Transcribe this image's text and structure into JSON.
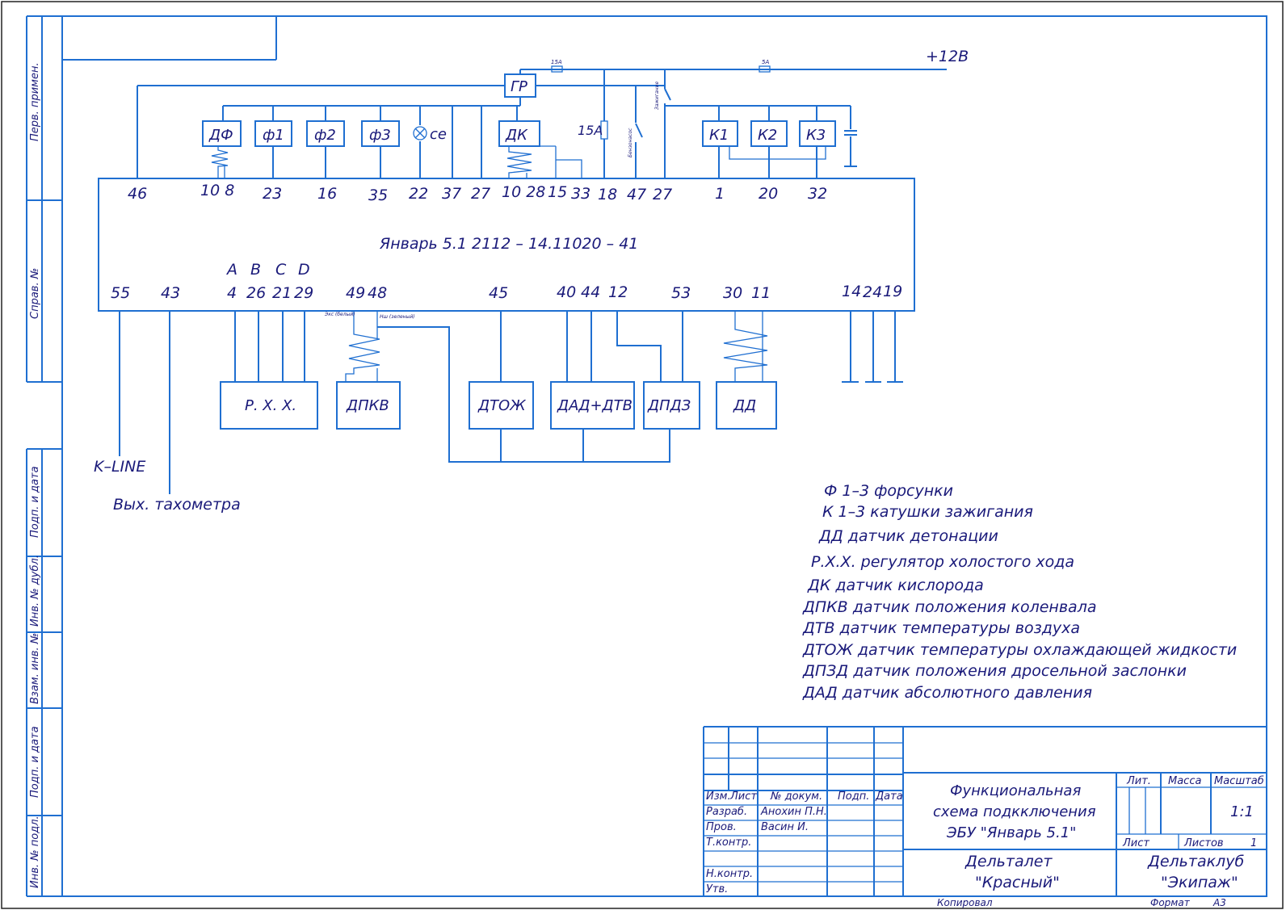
{
  "power": {
    "plus12": "+12В",
    "fuse_small_1": "15А",
    "fuse_small_2": "5А",
    "fuse_15a": "15А",
    "switch_text_1": "Бензонасос",
    "switch_text_2": "Зажигание"
  },
  "relay": "ГР",
  "ecu": {
    "name": "Январь 5.1 2112 – 14.11020 – 41",
    "top_pins": [
      "46",
      "10 8",
      "23",
      "16",
      "35",
      "22",
      "37",
      "27",
      "10 28",
      "15",
      "33",
      "18",
      "47",
      "27",
      "1",
      "20",
      "32"
    ],
    "bottom_pins": [
      "55",
      "43",
      "4",
      "26",
      "21",
      "29",
      "49",
      "48",
      "45",
      "40",
      "44",
      "12",
      "53",
      "30",
      "11",
      "14",
      "24",
      "19"
    ],
    "abcd": [
      "A",
      "B",
      "C",
      "D"
    ]
  },
  "top_blocks": {
    "df": "ДФ",
    "f1": "ф1",
    "f2": "ф2",
    "f3": "ф3",
    "ce": "ce",
    "dk": "ДК",
    "k1": "К1",
    "k2": "К2",
    "k3": "К3"
  },
  "bottom_blocks": {
    "rxx": "Р. Х. Х.",
    "dpkv": "ДПКВ",
    "dtozh": "ДТОЖ",
    "dad": "ДАД+ДТВ",
    "dpdz": "ДПДЗ",
    "dd": "ДД"
  },
  "wire_notes": {
    "white": "Экс (белый)",
    "green": "Нш (зеленый)"
  },
  "outputs": {
    "kline": "K–LINE",
    "tacho": "Вых. тахометра"
  },
  "legend": [
    "Ф 1–3  форсунки",
    "К 1–3  катушки зажигания",
    "ДД  датчик детонации",
    "Р.Х.Х. регулятор холостого хода",
    "ДК    датчик кислорода",
    "ДПКВ  датчик положения коленвала",
    "ДТВ   датчик температуры воздуха",
    "ДТОЖ датчик температуры охлаждающей жидкости",
    "ДПЗД датчик положения дросельной заслонки",
    "ДАД  датчик абсолютного давления"
  ],
  "side_strip": [
    "Перв. примен.",
    "Справ. №",
    "Подп. и дата",
    "Инв. № дубл.",
    "Взам. инв. №",
    "Подп. и дата",
    "Инв. № подл."
  ],
  "title_block": {
    "col_headers": [
      "Изм.",
      "Лист",
      "№ докум.",
      "Подп.",
      "Дата"
    ],
    "rows": [
      {
        "role": "Разраб.",
        "name": "Анохин П.Н."
      },
      {
        "role": "Пров.",
        "name": "Васин И."
      },
      {
        "role": "Т.контр.",
        "name": ""
      },
      {
        "role": "",
        "name": ""
      },
      {
        "role": "Н.контр.",
        "name": ""
      },
      {
        "role": "Утв.",
        "name": ""
      }
    ],
    "title_lines": [
      "Функциональная",
      "схема подкключения",
      "ЭБУ \"Январь 5.1\""
    ],
    "lit": "Лит.",
    "massa": "Масса",
    "masshtab": "Масштаб",
    "scale": "1:1",
    "list": "Лист",
    "listov": "Листов",
    "listov_val": "1",
    "org_left": [
      "Дельталет",
      "\"Красный\""
    ],
    "org_right": [
      "Дельтаклуб",
      "\"Экипаж\""
    ]
  },
  "footer": {
    "kopiroval": "Копировал",
    "format_label": "Формат",
    "format_val": "А3"
  }
}
